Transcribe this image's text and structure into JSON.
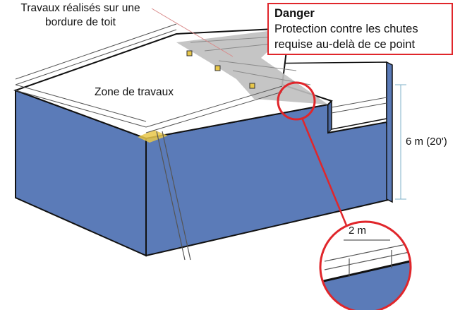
{
  "labels": {
    "roof_edge_line1": "Travaux réalisés sur une",
    "roof_edge_line2": "bordure de toit",
    "work_zone": "Zone de travaux",
    "height": "6 m (20')",
    "distance": "2 m"
  },
  "danger": {
    "title": "Danger",
    "line1": "Protection contre les chutes",
    "line2": "requise au-delà de ce point"
  },
  "colors": {
    "wall": "#5b7bb8",
    "roof": "#ffffff",
    "warning_zone": "#bfbfbf",
    "ladder_hatch": "#e8c74a",
    "highlight": "#e0262b"
  }
}
